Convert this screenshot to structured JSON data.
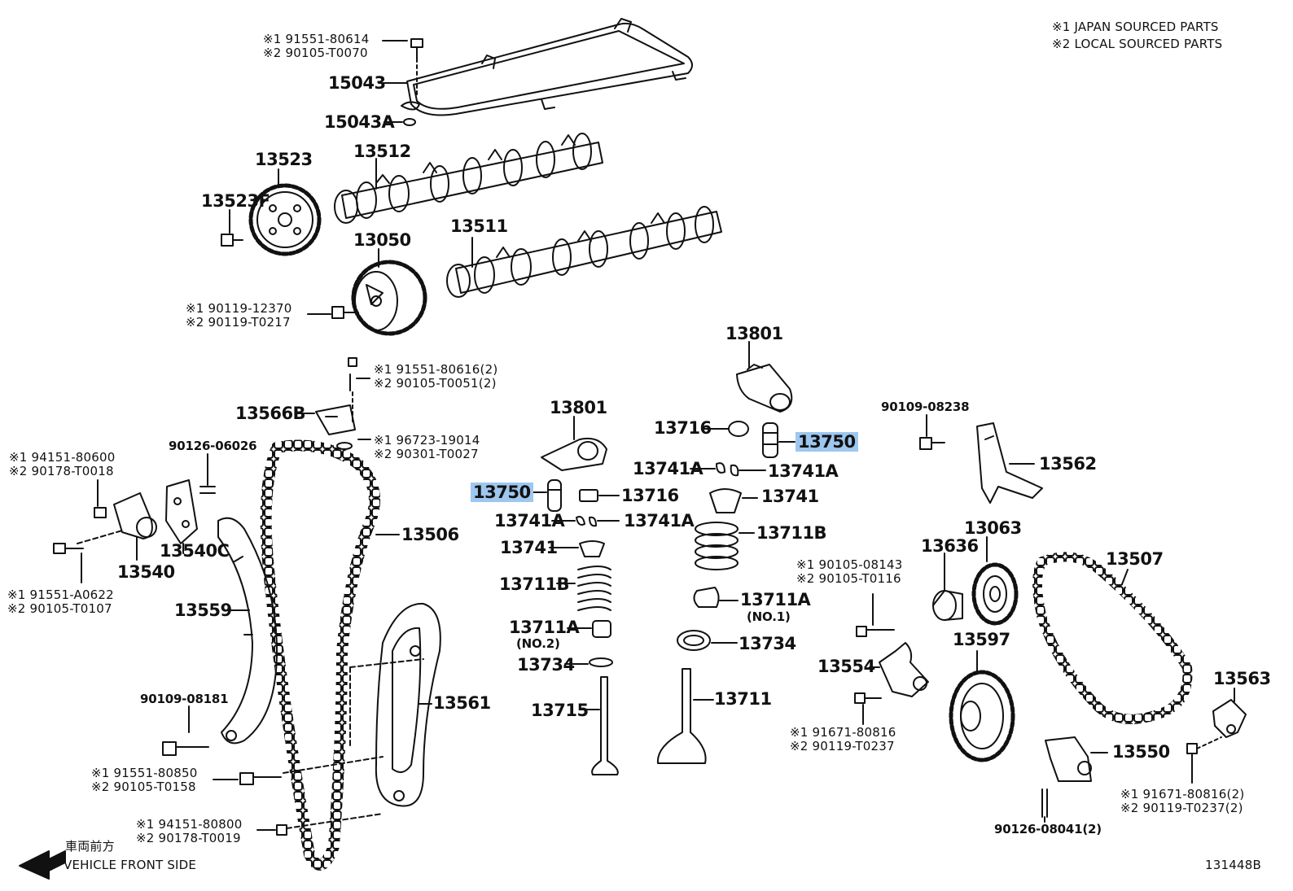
{
  "legend": {
    "japan": "※1 JAPAN SOURCED PARTS",
    "local": "※2 LOCAL SOURCED PARTS"
  },
  "highlight_color": "#9ec7ef",
  "footer": {
    "direction_jp": "車両前方",
    "direction_en": "VEHICLE FRONT SIDE",
    "figure_id": "131448B"
  },
  "labels": {
    "p15043": "15043",
    "p15043a": "15043A",
    "p13523": "13523",
    "p13523f": "13523F",
    "p13512": "13512",
    "p13511": "13511",
    "p13050": "13050",
    "p13801a": "13801",
    "p13801b": "13801",
    "p13716a": "13716",
    "p13716b": "13716",
    "p13750a": "13750",
    "p13750b": "13750",
    "p13741a_1": "13741A",
    "p13741a_2": "13741A",
    "p13741a_3": "13741A",
    "p13741a_4": "13741A",
    "p13741_1": "13741",
    "p13741_2": "13741",
    "p13711b_1": "13711B",
    "p13711b_2": "13711B",
    "p13711a_1": "13711A",
    "p13711a_2": "13711A",
    "no1": "(NO.1)",
    "no2": "(NO.2)",
    "p13734_1": "13734",
    "p13734_2": "13734",
    "p13715": "13715",
    "p13711": "13711",
    "p13566b": "13566B",
    "p13540c": "13540C",
    "p13540": "13540",
    "p13506": "13506",
    "p13559": "13559",
    "p13561": "13561",
    "p13562": "13562",
    "p13063": "13063",
    "p13636": "13636",
    "p13507": "13507",
    "p13597": "13597",
    "p13554": "13554",
    "p13563": "13563",
    "p13550": "13550",
    "b90126_06026": "90126-06026",
    "b90109_08181": "90109-08181",
    "b90109_08238": "90109-08238",
    "b90126_08041": "90126-08041(2)"
  },
  "notes": {
    "n1": [
      "※1 91551-80614",
      "※2 90105-T0070"
    ],
    "n2": [
      "※1 90119-12370",
      "※2 90119-T0217"
    ],
    "n3": [
      "※1 91551-80616(2)",
      "※2 90105-T0051(2)"
    ],
    "n4": [
      "※1 96723-19014",
      "※2 90301-T0027"
    ],
    "n5": [
      "※1 94151-80600",
      "※2 90178-T0018"
    ],
    "n6": [
      "※1 91551-A0622",
      "※2 90105-T0107"
    ],
    "n7": [
      "※1 91551-80850",
      "※2 90105-T0158"
    ],
    "n8": [
      "※1 94151-80800",
      "※2 90178-T0019"
    ],
    "n9": [
      "※1 90105-08143",
      "※2 90105-T0116"
    ],
    "n10": [
      "※1 91671-80816",
      "※2 90119-T0237"
    ],
    "n11": [
      "※1 91671-80816(2)",
      "※2 90119-T0237(2)"
    ]
  }
}
